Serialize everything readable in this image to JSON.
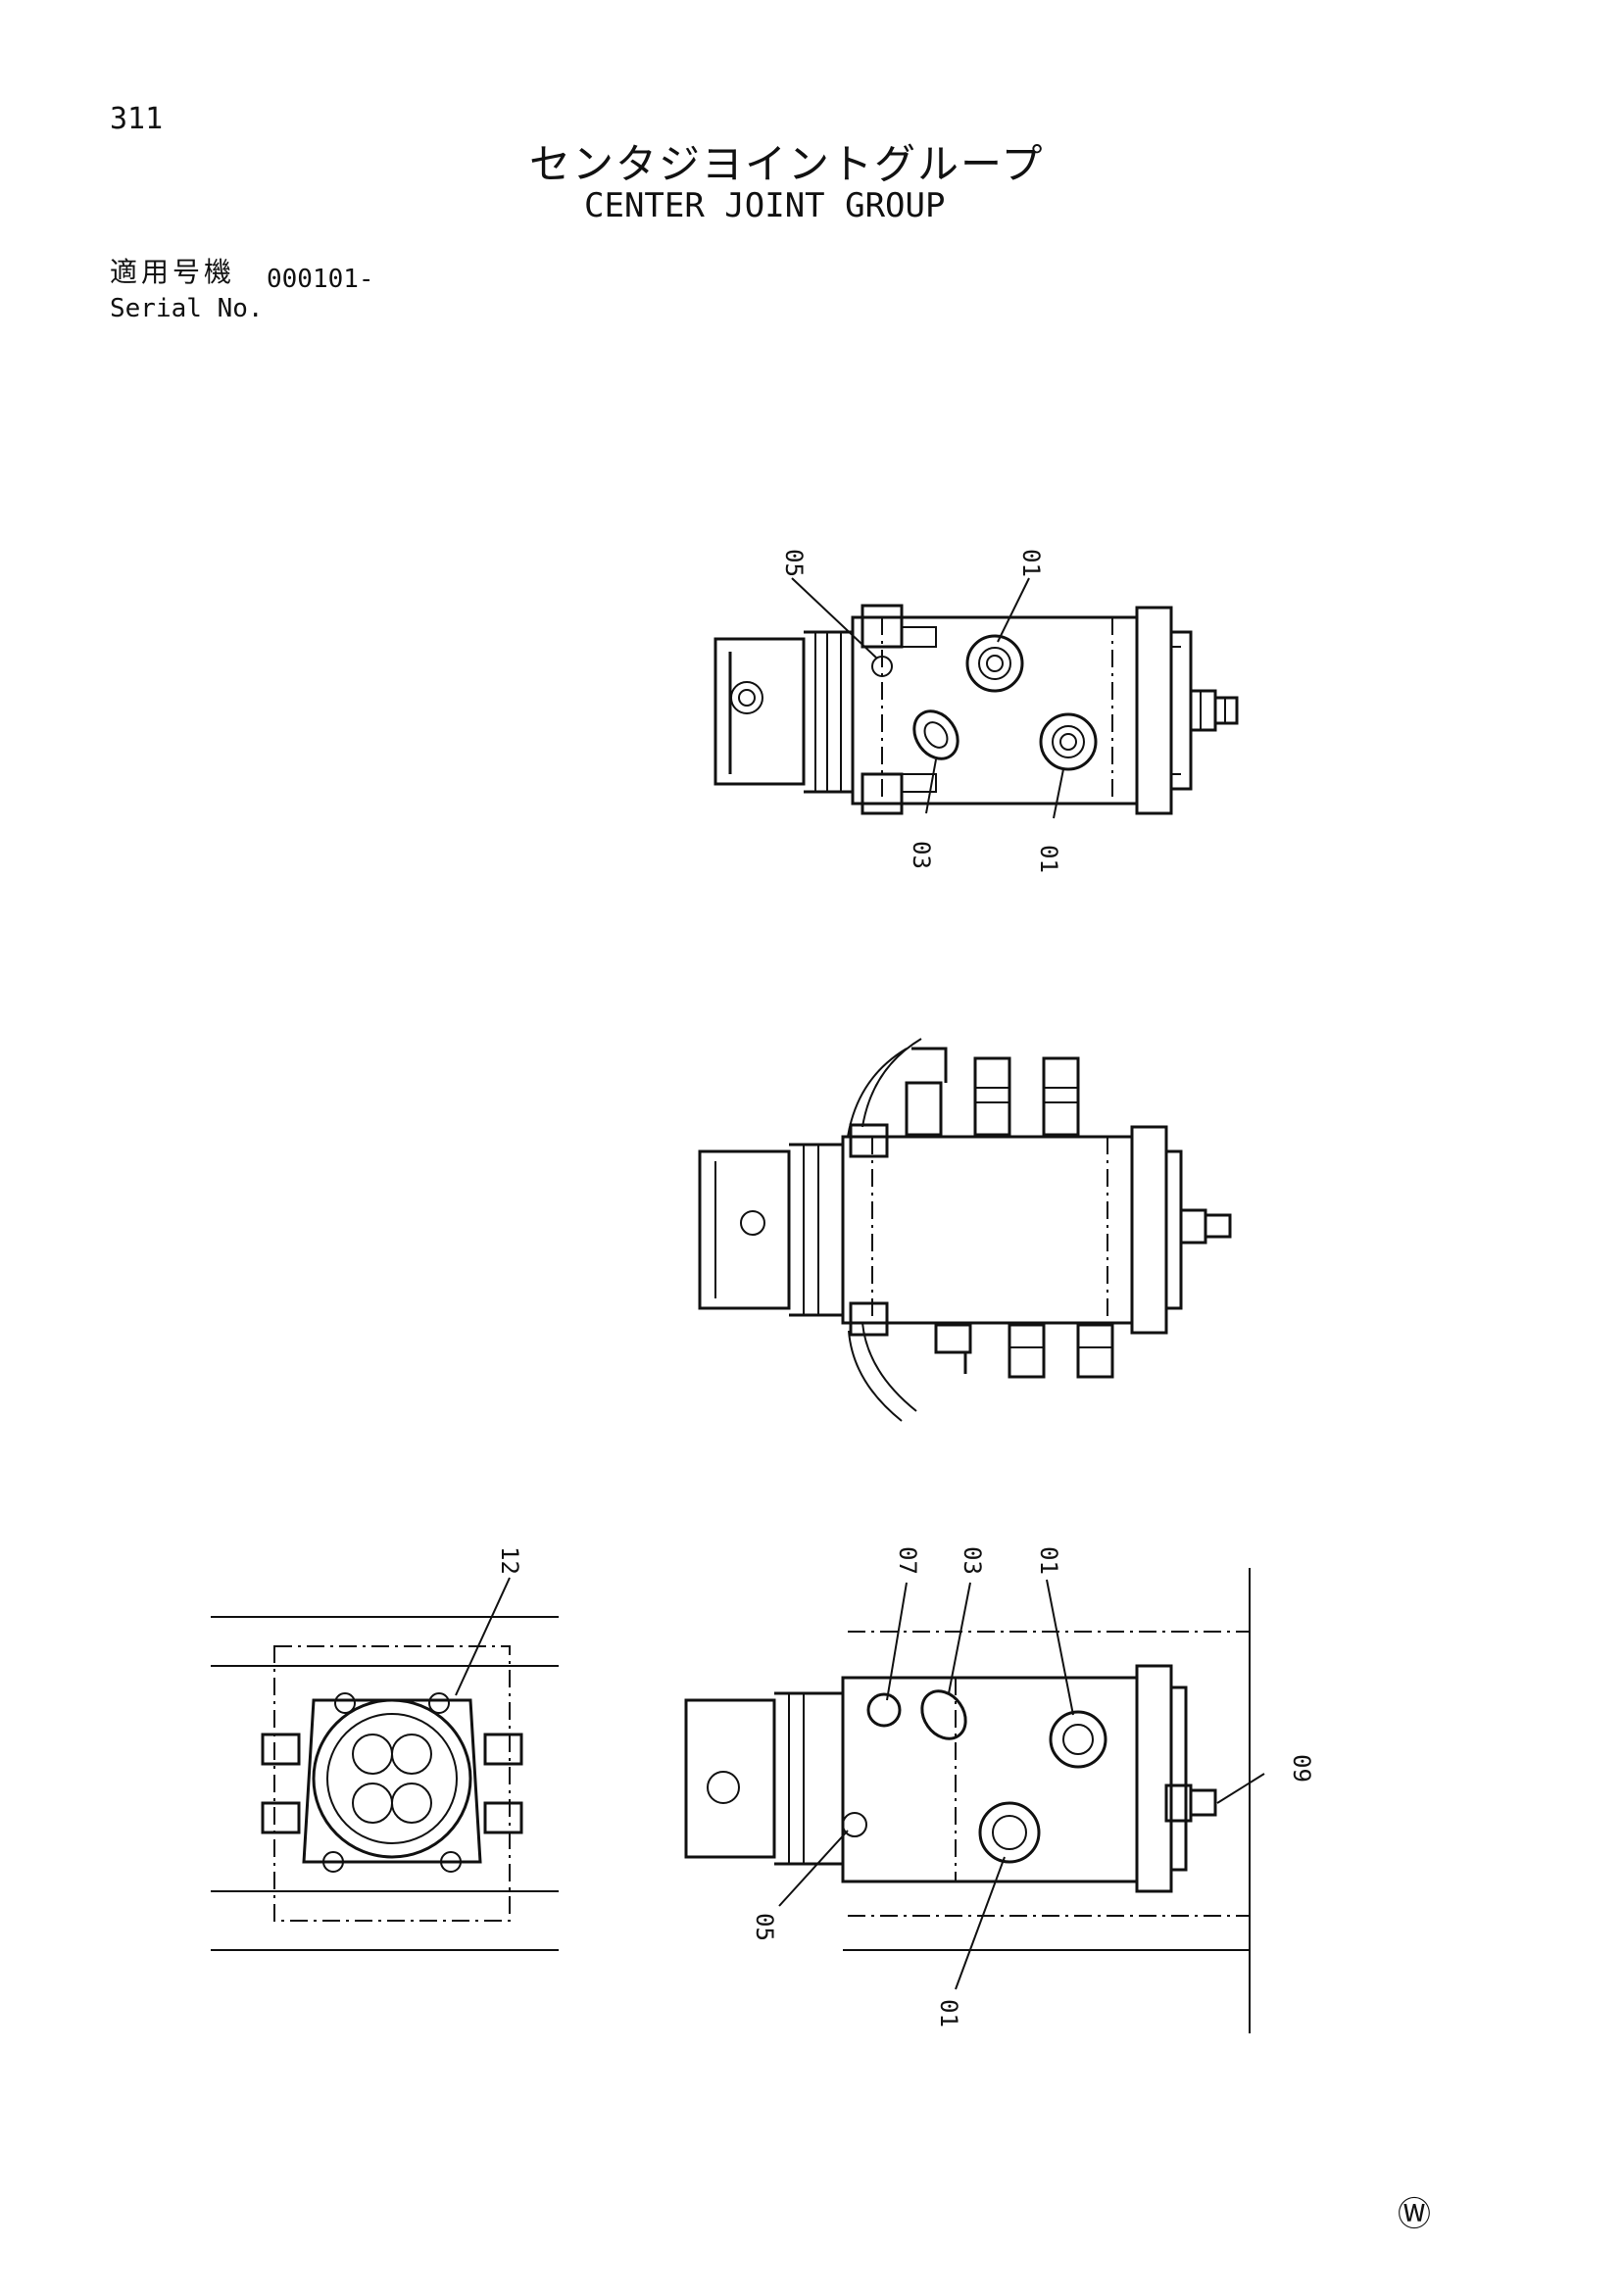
{
  "page_number": "311",
  "title_jp": "センタジヨイントグループ",
  "title_en": "CENTER JOINT GROUP",
  "serial_label_jp": "適用号機",
  "serial_label_en": "Serial No.",
  "serial_value": "000101-",
  "mark": "Ⓦ",
  "callouts": {
    "view1": {
      "c05": "05",
      "c01a": "01",
      "c03": "03",
      "c01b": "01"
    },
    "view3": {
      "c12": "12"
    },
    "view4": {
      "c07": "07",
      "c03": "03",
      "c01a": "01",
      "c09": "09",
      "c05": "05",
      "c01b": "01"
    }
  }
}
